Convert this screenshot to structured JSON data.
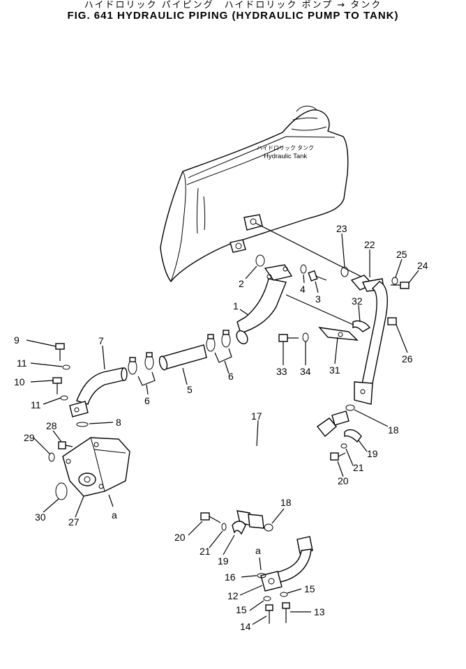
{
  "header": {
    "title_jp": "ハイドロリック パイピング　ハイドロリック ポンプ → タンク",
    "title_en": "FIG. 641  HYDRAULIC PIPING (HYDRAULIC PUMP TO TANK)"
  },
  "tank_label": {
    "jp": "ハイドロリック タンク",
    "en": "Hydraulic Tank"
  },
  "callouts": {
    "n1": "1",
    "n2": "2",
    "n3": "3",
    "n4": "4",
    "n5": "5",
    "n6a": "6",
    "n6b": "6",
    "n7": "7",
    "n8": "8",
    "n9": "9",
    "n10": "10",
    "n11a": "11",
    "n11b": "11",
    "n12": "12",
    "n13": "13",
    "n14": "14",
    "n15a": "15",
    "n15b": "15",
    "n16": "16",
    "n17": "17",
    "n18a": "18",
    "n18b": "18",
    "n19a": "19",
    "n19b": "19",
    "n20a": "20",
    "n20b": "20",
    "n21a": "21",
    "n21b": "21",
    "n22": "22",
    "n23": "23",
    "n24": "24",
    "n25": "25",
    "n26": "26",
    "n27": "27",
    "n28": "28",
    "n29": "29",
    "n30": "30",
    "n31": "31",
    "n32": "32",
    "n33": "33",
    "n34": "34",
    "a1": "a",
    "a2": "a"
  }
}
